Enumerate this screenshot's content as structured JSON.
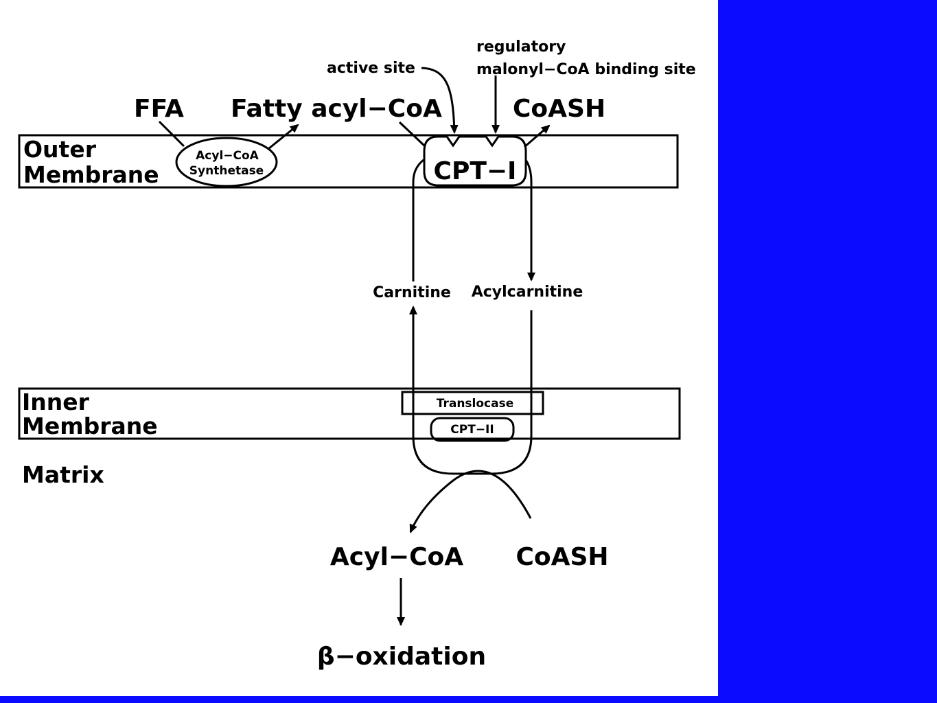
{
  "labels": {
    "outer_membrane_line1": "Outer",
    "outer_membrane_line2": "Membrane",
    "inner_membrane_line1": "Inner",
    "inner_membrane_line2": "Membrane",
    "matrix": "Matrix",
    "ffa": "FFA",
    "fatty_acyl_coa": "Fatty acyl−CoA",
    "coash_top": "CoASH",
    "active_site": "active site",
    "regulatory_line1": "regulatory",
    "regulatory_line2": "malonyl−CoA binding site",
    "acyl_coa_synthetase_line1": "Acyl−CoA",
    "acyl_coa_synthetase_line2": "Synthetase",
    "cpt1": "CPT−I",
    "carnitine": "Carnitine",
    "acylcarnitine": "Acylcarnitine",
    "translocase": "Translocase",
    "cpt2": "CPT−II",
    "acyl_coa_bottom": "Acyl−CoA",
    "coash_bottom": "CoASH",
    "beta_oxidation": "β−oxidation"
  }
}
